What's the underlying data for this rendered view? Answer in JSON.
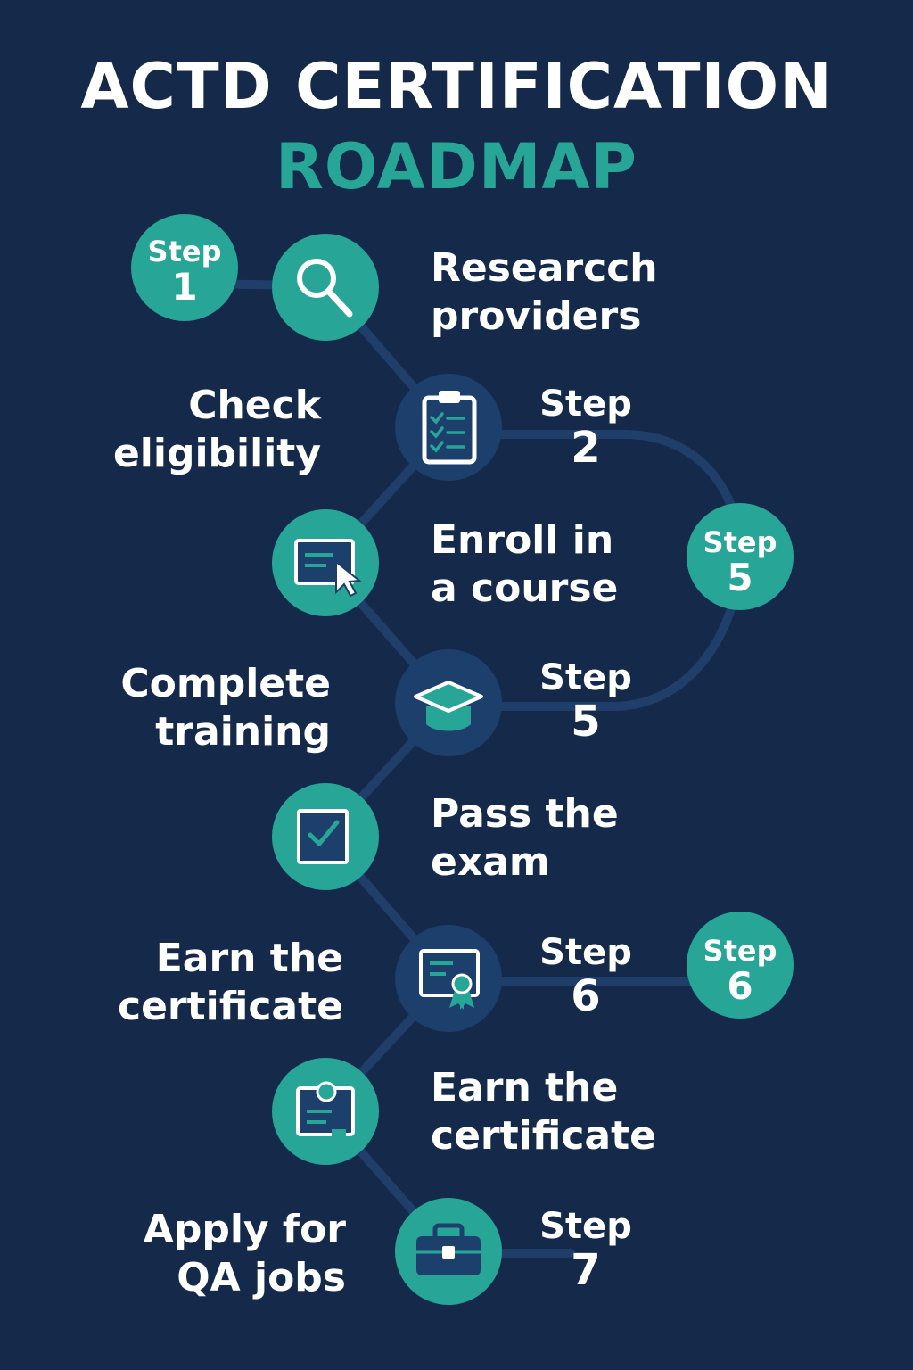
{
  "title": {
    "line1": "ACTD CERTIFICATION",
    "line2": "ROADMAP"
  },
  "colors": {
    "background": "#15294a",
    "teal": "#27a597",
    "dark_node": "#1c3f6c",
    "path": "#1f3e6a",
    "white": "#ffffff"
  },
  "badges": {
    "step1": {
      "word": "Step",
      "num": "1"
    },
    "step5": {
      "word": "Step",
      "num": "5"
    },
    "step6": {
      "word": "Step",
      "num": "6"
    }
  },
  "step_labels": {
    "a": {
      "word": "Step",
      "num": "2"
    },
    "b": {
      "word": "Step",
      "num": "5"
    },
    "c": {
      "word": "Step",
      "num": "6"
    },
    "d": {
      "word": "Step",
      "num": "7"
    }
  },
  "labels": {
    "research": {
      "line1": "Researcch",
      "line2": "providers"
    },
    "check": {
      "line1": "Check",
      "line2": "eligibility"
    },
    "enroll": {
      "line1": "Enroll in",
      "line2": "a course"
    },
    "complete": {
      "line1": "Complete",
      "line2": "training"
    },
    "pass": {
      "line1": "Pass the",
      "line2": "exam"
    },
    "earn1": {
      "line1": "Earn the",
      "line2": "certificate"
    },
    "earn2": {
      "line1": "Earn the",
      "line2": "certificate"
    },
    "apply": {
      "line1": "Apply for",
      "line2": "QA jobs"
    }
  },
  "icons": {
    "node1": "search-icon",
    "node2": "clipboard-checklist-icon",
    "node3": "screen-cursor-icon",
    "node4": "graduation-cap-icon",
    "node5": "checkbox-icon",
    "node6": "certificate-ribbon-icon",
    "node7": "id-badge-icon",
    "node8": "briefcase-icon"
  }
}
